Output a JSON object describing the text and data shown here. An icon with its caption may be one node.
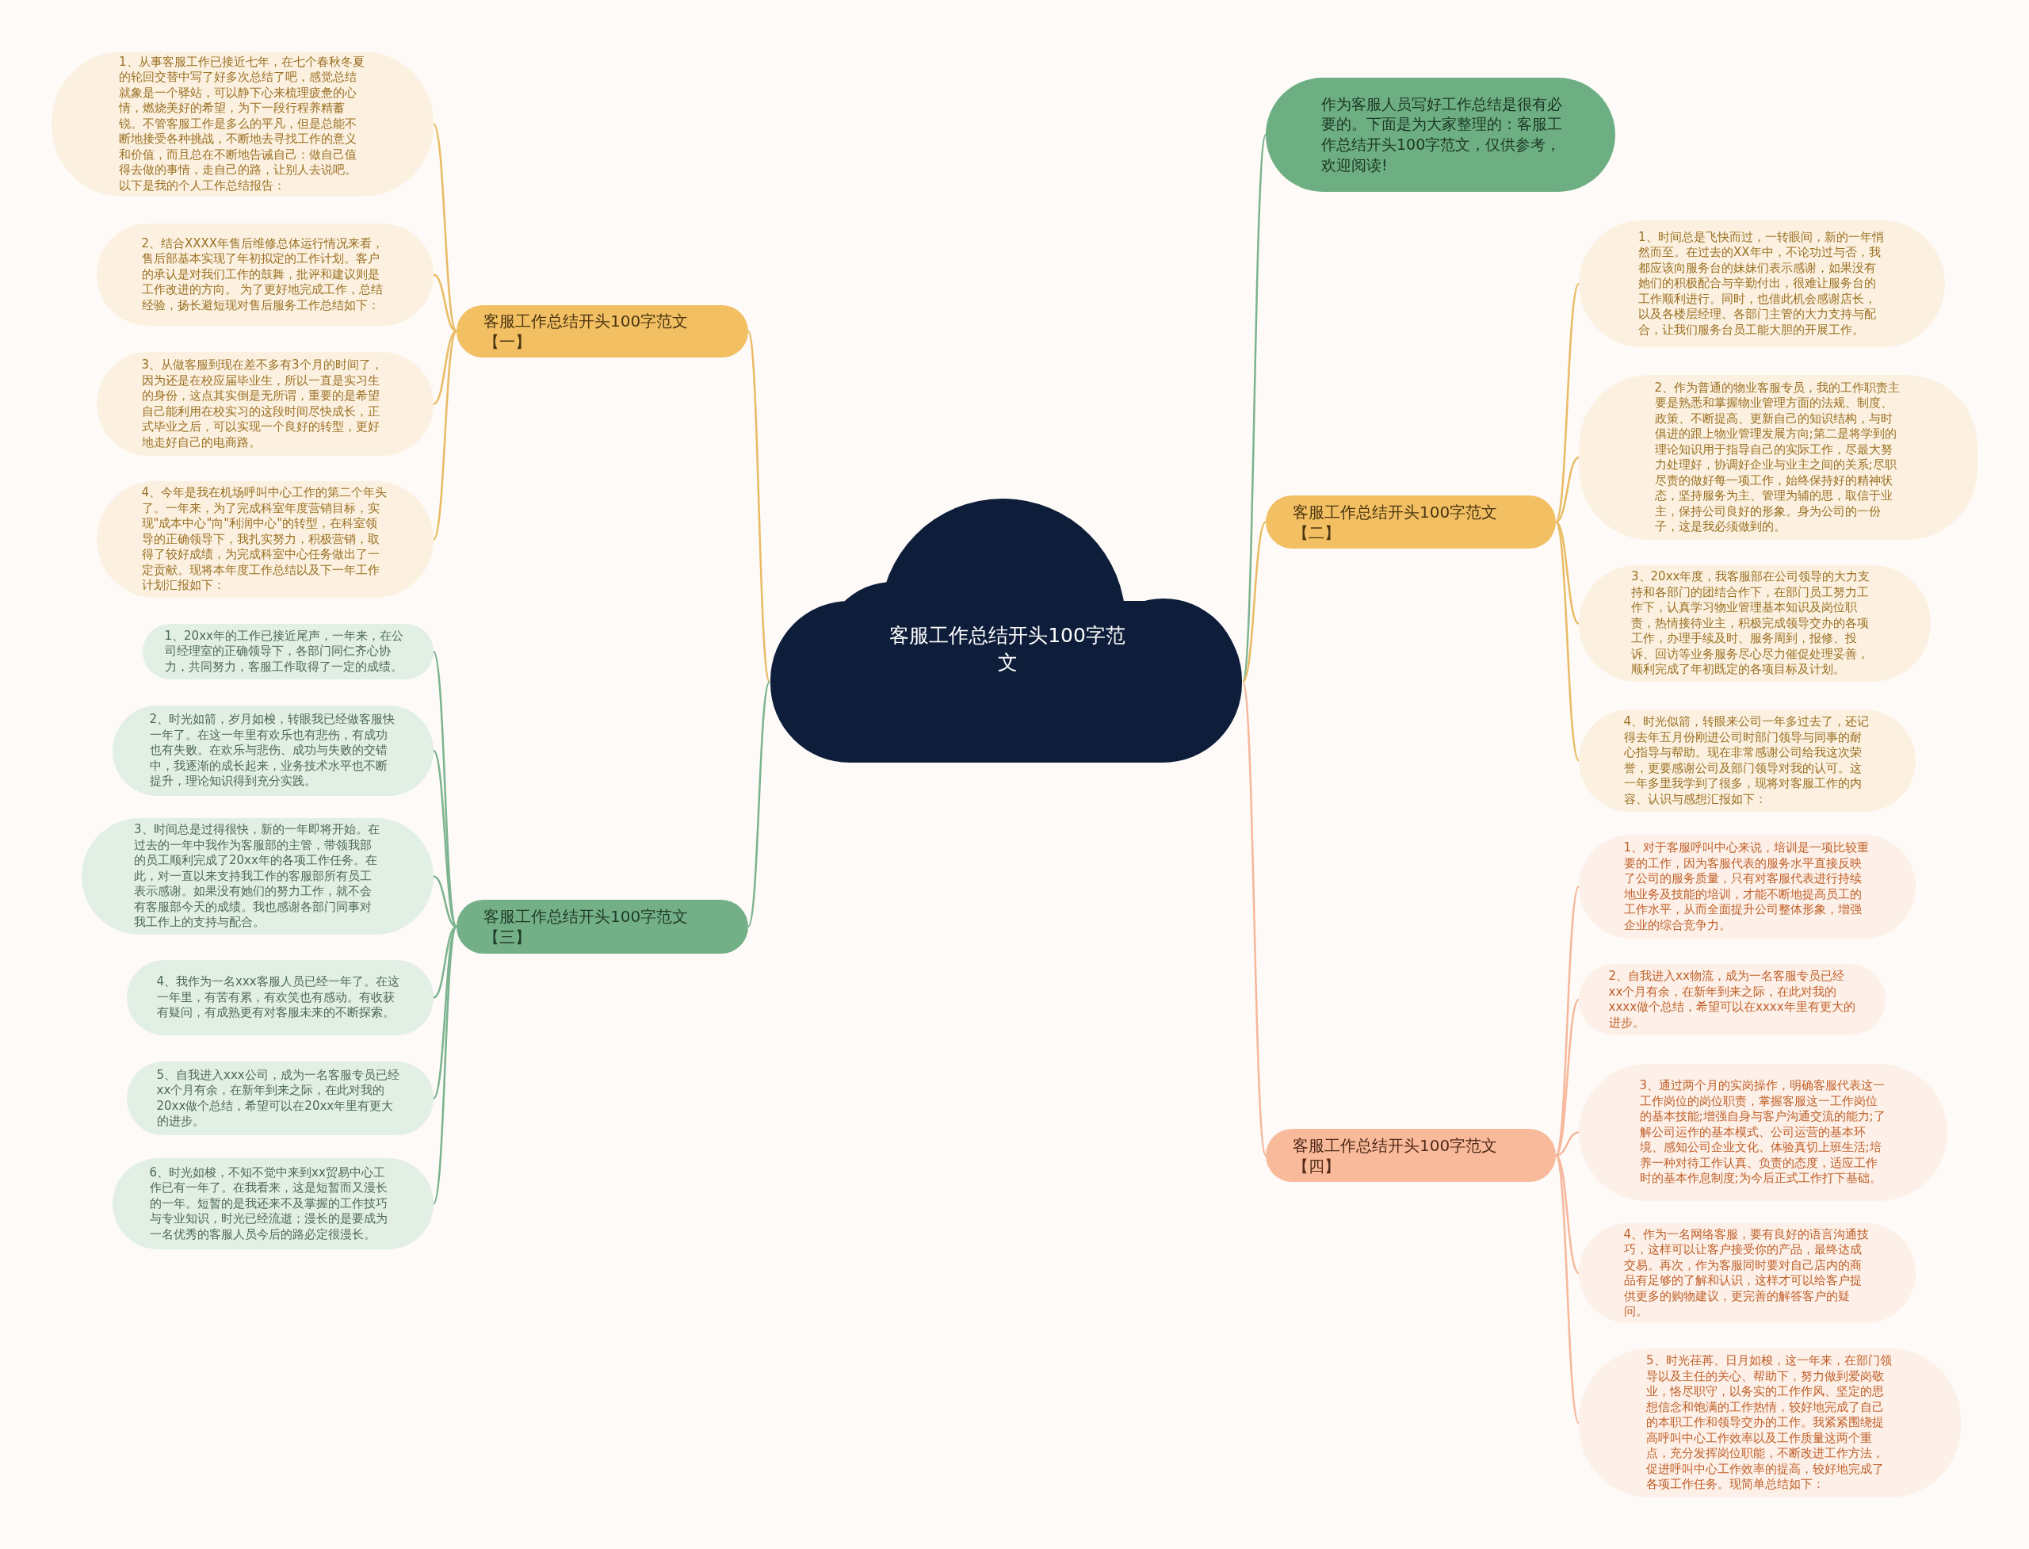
{
  "diagram": {
    "nodes": [
      {
        "text": [
          "客服工作总结开头100字范文"
        ]
      },
      {
        "text": [
          "客服工作总结开头100字范文【一】"
        ]
      },
      {
        "text": [
          "1、从事客服工作已接近七年，在七个春秋冬夏的轮回交替中写了好多次总结了吧，感觉总结就象是一个驿站，可以静下心来梳理疲惫的心情，燃烧美好的希望，为下一段行程养精蓄锐。不管客服工作是多么的平凡，但是总能不断地接受各种挑战，不断地去寻找工作的意义和价值，而且总在不断地告诫自己：做自己值得去做的事情，走自己的路，让别人去说吧。以下是我的个人工作总结报告："
        ]
      },
      {
        "text": [
          "2、结合XXXX年售后维修总体运行情况来看，售后部基本实现了年初拟定的工作计划。客户的承认是对我们工作的鼓舞，批评和建议则是工作改进的方向。 为了更好地完成工作，总结经验，扬长避短现对售后服务工作总结如下："
        ]
      },
      {
        "text": [
          "3、从做客服到现在差不多有3个月的时间了，因为还是在校应届毕业生，所以一直是实习生的身份，这点其实倒是无所谓，重要的是希望自己能利用在校实习的这段时间尽快成长，正式毕业之后，可以实现一个良好的转型，更好地走好自己的电商路。"
        ]
      },
      {
        "text": [
          "4、今年是我在机场呼叫中心工作的第二个年头了。一年来，为了完成科室年度营销目标，实现\"成本中心\"向\"利润中心\"的转型，在科室领导的正确领导下，我扎实努力，积极营销，取得了较好成绩，为完成科室中心任务做出了一定贡献。现将本年度工作总结以及下一年工作计划汇报如下："
        ]
      },
      {
        "text": [
          "客服工作总结开头100字范文【三】"
        ]
      },
      {
        "text": [
          "1、20xx年的工作已接近尾声，一年来，在公司经理室的正确领导下，各部门同仁齐心协力，共同努力，客服工作取得了一定的成绩。"
        ]
      },
      {
        "text": [
          "2、时光如箭，岁月如梭，转眼我已经做客服快一年了。在这一年里有欢乐也有悲伤，有成功也有失败。在欢乐与悲伤、成功与失败的交错中，我逐渐的成长起来，业务技术水平也不断提升，理论知识得到充分实践。"
        ]
      },
      {
        "text": [
          "3、时间总是过得很快，新的一年即将开始。在过去的一年中我作为客服部的主管，带领我部的员工顺利完成了20xx年的各项工作任务。在此，对一直以来支持我工作的客服部所有员工表示感谢。如果没有她们的努力工作，就不会有客服部今天的成绩。我也感谢各部门同事对我工作上的支持与配合。"
        ]
      },
      {
        "text": [
          "4、我作为一名xxx客服人员已经一年了。在这一年里，有苦有累，有欢笑也有感动。有收获有疑问，有成熟更有对客服未来的不断探索。"
        ]
      },
      {
        "text": [
          "5、自我进入xxx公司，成为一名客服专员已经xx个月有余，在新年到来之际，在此对我的20xx做个总结，希望可以在20xx年里有更大的进步。"
        ]
      },
      {
        "text": [
          "6、时光如梭，不知不觉中来到xx贸易中心工作已有一年了。在我看来，这是短暂而又漫长的一年。短暂的是我还来不及掌握的工作技巧与专业知识，时光已经流逝；漫长的是要成为一名优秀的客服人员今后的路必定很漫长。"
        ]
      },
      {
        "text": [
          "作为客服人员写好工作总结是很有必要的。下面是为大家整理的：客服工作总结开头100字范文，仅供参考，欢迎阅读!"
        ]
      },
      {
        "text": [
          "客服工作总结开头100字范文【二】"
        ]
      },
      {
        "text": [
          "1、时间总是飞快而过，一转眼间，新的一年悄然而至。在过去的XX年中，不论功过与否，我都应该向服务台的妹妹们表示感谢，如果没有她们的积极配合与辛勤付出，很难让服务台的工作顺利进行。同时，也借此机会感谢店长，以及各楼层经理、各部门主管的大力支持与配合，让我们服务台员工能大胆的开展工作。"
        ]
      },
      {
        "text": [
          "2、作为普通的物业客服专员，我的工作职责主要是熟悉和掌握物业管理方面的法规、制度、政策、不断提高、更新自己的知识结构，与时俱进的跟上物业管理发展方向;第二是将学到的理论知识用于指导自己的实际工作，尽最大努力处理好，协调好企业与业主之间的关系;尽职尽责的做好每一项工作，始终保持好的精神状态，坚持服务为主、管理为辅的思，取信于业主，保持公司良好的形象。身为公司的一份子，这是我必须做到的。"
        ]
      },
      {
        "text": [
          "3、20xx年度，我客服部在公司领导的大力支持和各部门的团结合作下，在部门员工努力工作下，认真学习物业管理基本知识及岗位职责，热情接待业主，积极完成领导交办的各项工作，办理手续及时、服务周到，报修、投诉、回访等业务服务尽心尽力催促处理妥善，顺利完成了年初既定的各项目标及计划。"
        ]
      },
      {
        "text": [
          "4、时光似箭，转眼来公司一年多过去了，还记得去年五月份刚进公司时部门领导与同事的耐心指导与帮助。现在非常感谢公司给我这次荣誉，更要感谢公司及部门领导对我的认可。这一年多里我学到了很多，现将对客服工作的内容、认识与感想汇报如下："
        ]
      },
      {
        "text": [
          "客服工作总结开头100字范文【四】"
        ]
      },
      {
        "text": [
          "1、对于客服呼叫中心来说，培训是一项比较重要的工作，因为客服代表的服务水平直接反映了公司的服务质量，只有对客服代表进行持续地业务及技能的培训，才能不断地提高员工的工作水平，从而全面提升公司整体形象，增强企业的综合竞争力。"
        ]
      },
      {
        "text": [
          "2、自我进入xx物流，成为一名客服专员已经xx个月有余，在新年到来之际，在此对我的xxxx做个总结，希望可以在xxxx年里有更大的进步。"
        ]
      },
      {
        "text": [
          "3、通过两个月的实岗操作，明确客服代表这一工作岗位的岗位职责，掌握客服这一工作岗位的基本技能;增强自身与客户沟通交流的能力;了解公司运作的基本模式、公司运营的基本环境、感知公司企业文化、体验真切上班生活;培养一种对待工作认真、负责的态度，适应工作时的基本作息制度;为今后正式工作打下基础。"
        ]
      },
      {
        "text": [
          "4、作为一名网络客服，要有良好的语言沟通技巧，这样可以让客户接受你的产品，最终达成交易。再次，作为客服同时要对自己店内的商品有足够的了解和认识，这样才可以给客户提供更多的购物建议，更完善的解答客户的疑问。"
        ]
      },
      {
        "text": [
          "5、时光荏苒、日月如梭，这一年来，在部门领导以及主任的关心、帮助下，努力做到爱岗敬业，恪尽职守，以务实的工作作风、坚定的思想信念和饱满的工作热情，较好地完成了自己的本职工作和领导交办的工作。我紧紧围绕提高呼叫中心工作效率以及工作质量这两个重点，充分发挥岗位职能，不断改进工作方法，促进呼叫中心工作效率的提高，较好地完成了各项工作任务。现简单总结如下："
        ]
      }
    ],
    "edges": [
      {
        "from": 0,
        "to": 1,
        "arrow": "none"
      },
      {
        "from": 1,
        "to": 2,
        "arrow": "none"
      },
      {
        "from": 1,
        "to": 3,
        "arrow": "none"
      },
      {
        "from": 1,
        "to": 4,
        "arrow": "none"
      },
      {
        "from": 1,
        "to": 5,
        "arrow": "none"
      },
      {
        "from": 0,
        "to": 6,
        "arrow": "none",
        "color": "#7bb38e"
      },
      {
        "from": 6,
        "to": 7,
        "arrow": "none",
        "color": "#7bb38e"
      },
      {
        "from": 6,
        "to": 8,
        "arrow": "none",
        "color": "#7bb38e"
      },
      {
        "from": 6,
        "to": 9,
        "arrow": "none",
        "color": "#7bb38e"
      },
      {
        "from": 6,
        "to": 10,
        "arrow": "none",
        "color": "#7bb38e"
      },
      {
        "from": 6,
        "to": 11,
        "arrow": "none",
        "color": "#7bb38e"
      },
      {
        "from": 6,
        "to": 12,
        "arrow": "none",
        "color": "#7bb38e"
      },
      {
        "from": 0,
        "to": 13,
        "arrow": "none",
        "color": "#7bb38e"
      },
      {
        "from": 0,
        "to": 14,
        "arrow": "none"
      },
      {
        "from": 14,
        "to": 15,
        "arrow": "none"
      },
      {
        "from": 14,
        "to": 16,
        "arrow": "none"
      },
      {
        "from": 14,
        "to": 17,
        "arrow": "none"
      },
      {
        "from": 14,
        "to": 18,
        "arrow": "none"
      },
      {
        "from": 0,
        "to": 19,
        "arrow": "none",
        "color": "#f6b79b"
      },
      {
        "from": 19,
        "to": 20,
        "arrow": "none",
        "color": "#f6b79b"
      },
      {
        "from": 19,
        "to": 21,
        "arrow": "none",
        "color": "#f6b79b"
      },
      {
        "from": 19,
        "to": 22,
        "arrow": "none",
        "color": "#f6b79b"
      },
      {
        "from": 19,
        "to": 23,
        "arrow": "none",
        "color": "#f6b79b"
      },
      {
        "from": 19,
        "to": 24,
        "arrow": "none",
        "color": "#f6b79b"
      }
    ]
  }
}
